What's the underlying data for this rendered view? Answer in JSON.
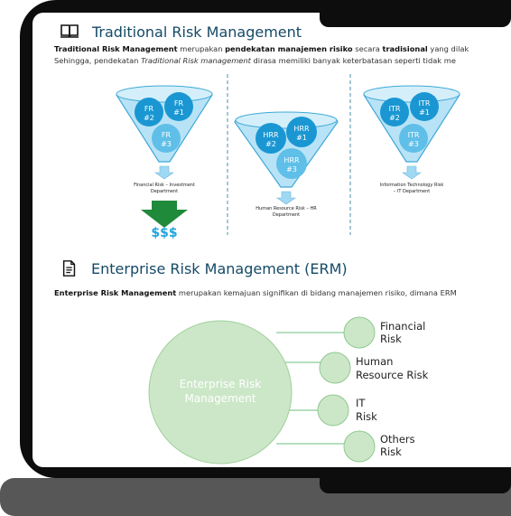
{
  "traditional": {
    "title": "Traditional Risk Management",
    "line1": {
      "b1": "Traditional Risk Management",
      "t1": " merupakan ",
      "b2": "pendekatan manajemen risiko",
      "t2": " secara ",
      "b3": "tradisional",
      "t3": " yang dilak"
    },
    "line2": {
      "t1": "Sehingga, pendekatan ",
      "i1": "Traditional Risk management",
      "t2": "  dirasa memiliki banyak keterbatasan seperti tidak me"
    },
    "funnels": [
      {
        "top": [
          "FR",
          "#2"
        ],
        "right": [
          "FR",
          "#1"
        ],
        "bottom": [
          "FR",
          "#3"
        ],
        "caption": [
          "Financial Risk – Investment",
          "Department"
        ],
        "money": "$$$"
      },
      {
        "top": [
          "HRR",
          "#2"
        ],
        "right": [
          "HRR",
          "#1"
        ],
        "bottom": [
          "HRR",
          "#3"
        ],
        "caption": [
          "Human Resource Risk – HR",
          "Department"
        ]
      },
      {
        "top": [
          "ITR",
          "#2"
        ],
        "right": [
          "ITR",
          "#1"
        ],
        "bottom": [
          "ITR",
          "#3"
        ],
        "caption": [
          "Information Technology Risk",
          "– IT Department"
        ]
      }
    ]
  },
  "erm": {
    "title": "Enterprise Risk Management (ERM)",
    "line1": {
      "b1": "Enterprise Risk Management",
      "t1": " merupakan kemajuan signifikan di bidang manajemen risiko, dimana ERM"
    },
    "center": [
      "Enterprise Risk",
      "Management"
    ],
    "nodes": [
      [
        "Financial",
        "Risk"
      ],
      [
        "Human",
        "Resource Risk"
      ],
      [
        "IT",
        "Risk"
      ],
      [
        "Others",
        "Risk"
      ]
    ]
  },
  "colors": {
    "title": "#154a66",
    "bubble": "#1a97d3",
    "bubble_light": "#5fbfe8",
    "funnel": "#9fd8f3",
    "arrow": "#1f8a3a",
    "money": "#20a5df",
    "erm_circle": "#cce7c8",
    "erm_stroke": "#7fbf7f"
  }
}
